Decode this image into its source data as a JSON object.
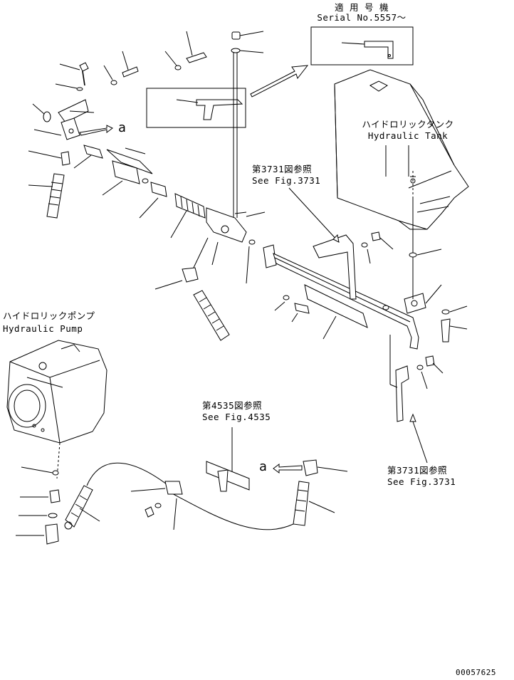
{
  "serial_box": {
    "title": "適 用 号 機",
    "serial": "Serial No.5557～"
  },
  "hydraulic_tank": {
    "jp": "ハイドロリックタンク",
    "en": "Hydraulic Tank"
  },
  "hydraulic_pump": {
    "jp": "ハイドロリックポンプ",
    "en": "Hydraulic Pump"
  },
  "refs": {
    "fig3731_top_jp": "第3731図参照",
    "fig3731_top_en": "See Fig.3731",
    "fig4535_jp": "第4535図参照",
    "fig4535_en": "See Fig.4535",
    "fig3731_bottom_jp": "第3731図参照",
    "fig3731_bottom_en": "See Fig.3731"
  },
  "markers": {
    "a_top": "a",
    "a_bottom": "a"
  },
  "drawing_no": "00057625"
}
